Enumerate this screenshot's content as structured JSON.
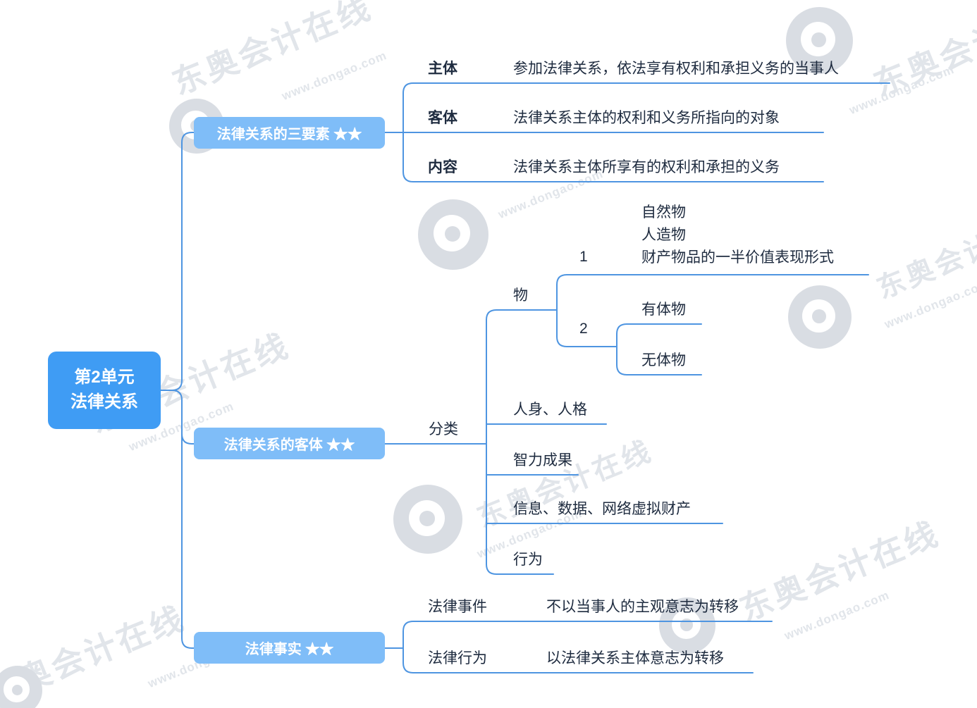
{
  "root": {
    "line1": "第2单元",
    "line2": "法律关系"
  },
  "branch_three_elements": {
    "label": "法律关系的三要素 ★★",
    "rows": [
      {
        "term": "主体",
        "desc": "参加法律关系，依法享有权利和承担义务的当事人"
      },
      {
        "term": "客体",
        "desc": "法律关系主体的权利和义务所指向的对象"
      },
      {
        "term": "内容",
        "desc": "法律关系主体所享有的权利和承担的义务"
      }
    ]
  },
  "branch_object": {
    "label": "法律关系的客体 ★★",
    "classify": "分类",
    "wu": {
      "label": "物",
      "group1": {
        "num": "1",
        "lines": [
          "自然物",
          "人造物",
          "财产物品的一半价值表现形式"
        ]
      },
      "group2": {
        "num": "2",
        "items": [
          "有体物",
          "无体物"
        ]
      }
    },
    "others": [
      "人身、人格",
      "智力成果",
      "信息、数据、网络虚拟财产",
      "行为"
    ]
  },
  "branch_facts": {
    "label": "法律事实 ★★",
    "rows": [
      {
        "term": "法律事件",
        "desc": "不以当事人的主观意志为转移"
      },
      {
        "term": "法律行为",
        "desc": "以法律关系主体意志为转移"
      }
    ]
  },
  "watermark": {
    "brand": "东奥会计在线",
    "url": "www.dongao.com"
  },
  "colors": {
    "root_bg": "#3f9cf4",
    "branch_bg": "#7fbdf8",
    "line": "#4e95e1",
    "text": "#1e2b3f"
  }
}
